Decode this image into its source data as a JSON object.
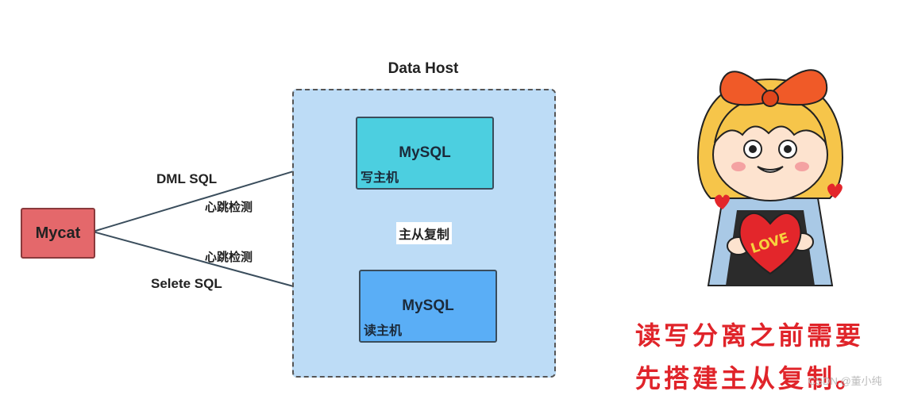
{
  "diagram": {
    "host_title": "Data Host",
    "mycat_label": "Mycat",
    "write_node": {
      "title": "MySQL",
      "role": "写主机"
    },
    "read_node": {
      "title": "MySQL",
      "role": "读主机"
    },
    "edge_dml": "DML SQL",
    "edge_select": "Selete SQL",
    "heartbeat_upper": "心跳检测",
    "heartbeat_lower": "心跳检测",
    "replication": "主从复制"
  },
  "illustration": {
    "badge_text": "LOVE",
    "caption_line1": "读写分离之前需要",
    "caption_line2": "先搭建主从复制。",
    "watermark": "CSDN @董小纯"
  },
  "colors": {
    "mycat": "#e4686b",
    "write_node": "#4ccfe0",
    "read_node": "#5aaef6",
    "host_bg": "#bddcf6",
    "caption": "#e0242a"
  }
}
